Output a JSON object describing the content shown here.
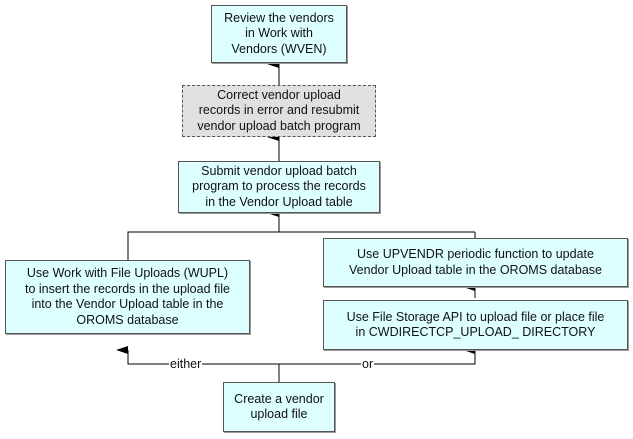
{
  "diagram": {
    "nodes": {
      "review": {
        "text": "Review the vendors\nin Work with\nVendors (WVEN)",
        "style": "solid"
      },
      "correct": {
        "text": "Correct vendor upload\nrecords in error and resubmit\nvendor upload batch program",
        "style": "dashed"
      },
      "submit": {
        "text": "Submit vendor upload batch\nprogram to process the records\nin the Vendor Upload table",
        "style": "solid"
      },
      "wupl": {
        "text": "Use Work with File Uploads (WUPL)\nto insert the records in the upload file\ninto the Vendor Upload table in the\nOROMS database",
        "style": "solid"
      },
      "upvendr": {
        "text": "Use UPVENDR periodic function to update\nVendor Upload table in the OROMS database",
        "style": "solid"
      },
      "filestorage": {
        "text": "Use File Storage API to upload file or place file\nin CWDIRECTCP_UPLOAD_ DIRECTORY",
        "style": "solid"
      },
      "create": {
        "text": "Create a vendor\nupload file",
        "style": "solid"
      }
    },
    "edges": [
      {
        "from": "create",
        "to": "wupl",
        "label": "either"
      },
      {
        "from": "create",
        "to": "filestorage",
        "label": "or"
      },
      {
        "from": "filestorage",
        "to": "upvendr",
        "label": ""
      },
      {
        "from": "wupl",
        "to": "submit",
        "label": ""
      },
      {
        "from": "upvendr",
        "to": "submit",
        "label": ""
      },
      {
        "from": "submit",
        "to": "correct",
        "label": ""
      },
      {
        "from": "correct",
        "to": "review",
        "label": ""
      }
    ],
    "colors": {
      "node_fill": "#ddffff",
      "dashed_fill": "#e0e0e0",
      "line": "#000000"
    }
  }
}
